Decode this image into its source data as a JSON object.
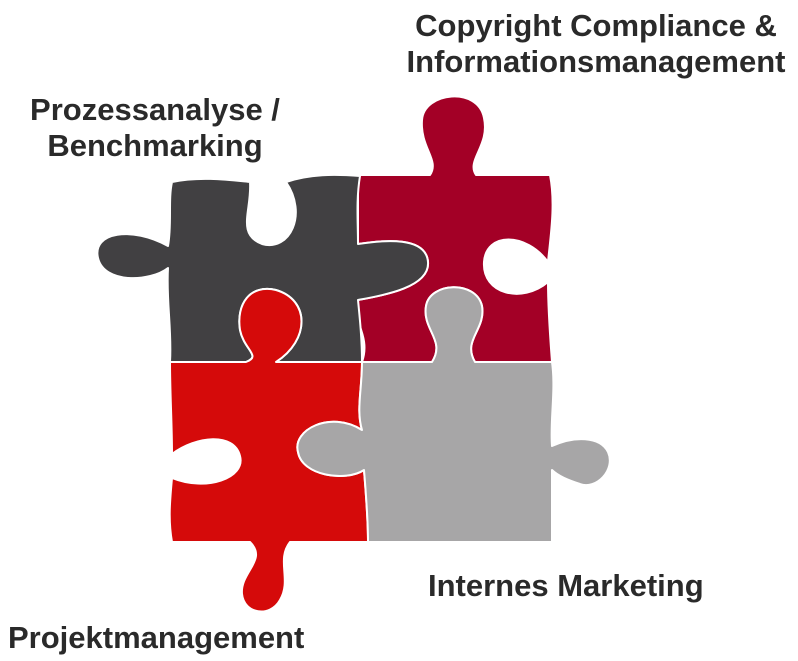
{
  "colors": {
    "dark_gray": "#414042",
    "dark_red": "#a30026",
    "red": "#d50a0a",
    "light_gray": "#a7a6a7"
  },
  "pieces": [
    {
      "name": "top-left",
      "color": "dark_gray",
      "label_lines": [
        "Prozessanalyse /",
        "Benchmarking"
      ]
    },
    {
      "name": "top-right",
      "color": "dark_red",
      "label_lines": [
        "Copyright Compliance &",
        "Informationsmanagement"
      ]
    },
    {
      "name": "bottom-left",
      "color": "red",
      "label_lines": [
        "Projektmanagement"
      ]
    },
    {
      "name": "bottom-right",
      "color": "light_gray",
      "label_lines": [
        "Internes Marketing"
      ]
    }
  ]
}
